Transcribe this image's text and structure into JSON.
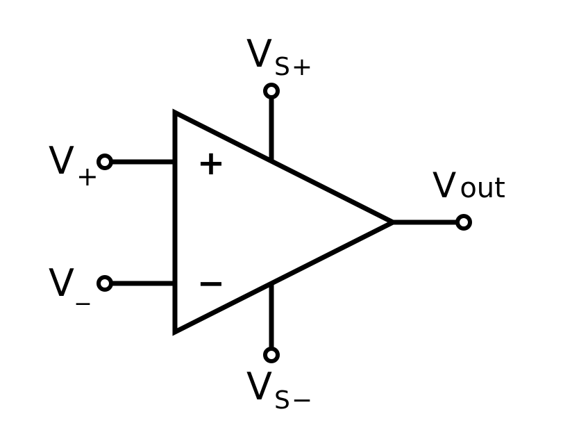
{
  "diagram": {
    "title": "",
    "component": "op-amp-symbol",
    "stroke_color": "#000000",
    "background_color": "#ffffff",
    "inputs": {
      "non_inverting": {
        "base": "V",
        "subscript": "+",
        "sign_inside": "+"
      },
      "inverting": {
        "base": "V",
        "subscript": "_",
        "sign_inside": "−"
      }
    },
    "supply": {
      "positive": {
        "base": "V",
        "subscript": "S+"
      },
      "negative": {
        "base": "V",
        "subscript": "S−"
      }
    },
    "output": {
      "base": "V",
      "subscript": "out"
    }
  }
}
